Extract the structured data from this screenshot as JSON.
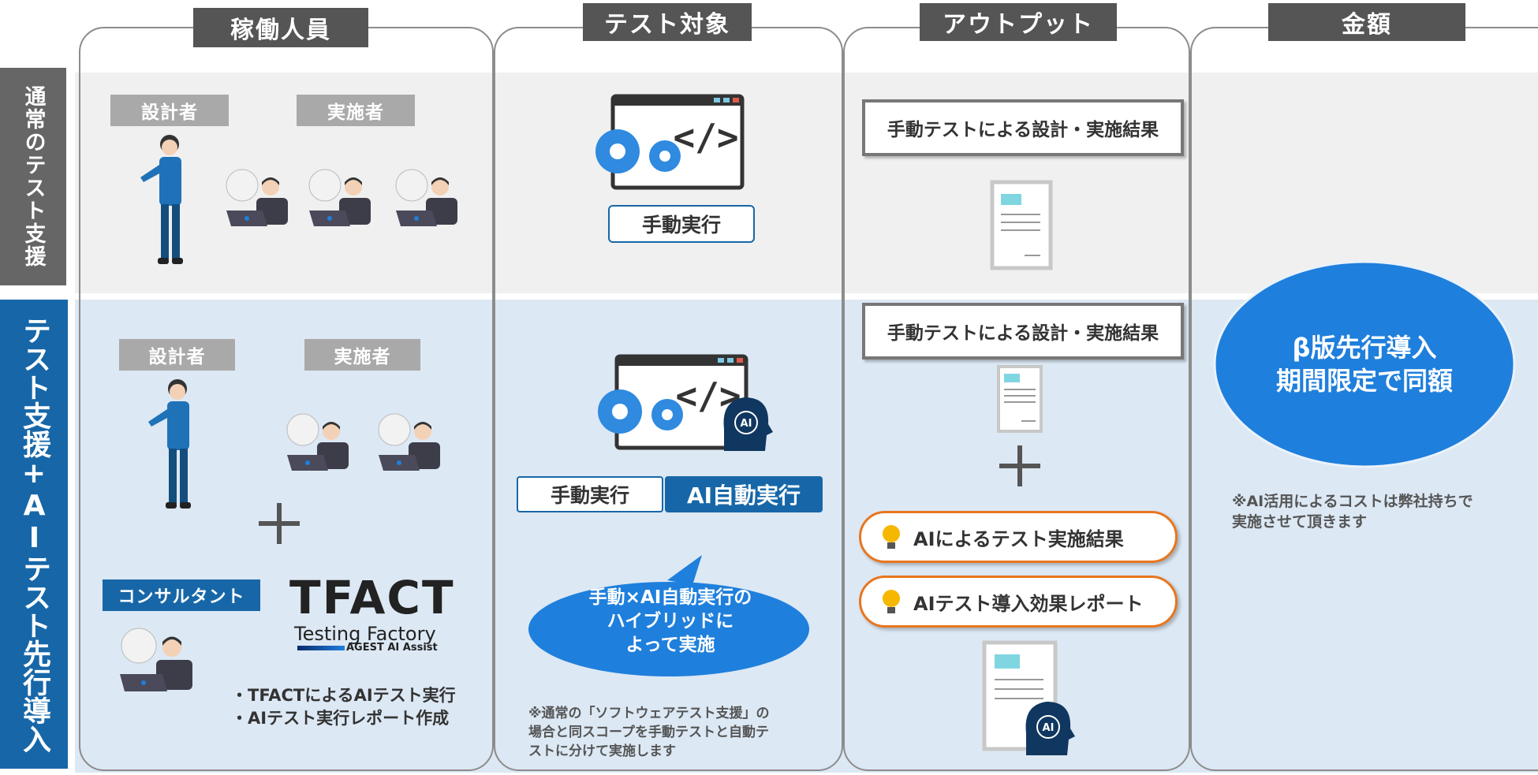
{
  "colors": {
    "accent_blue": "#1f7fdc",
    "dark_blue": "#1767a8",
    "header_gray": "#555555",
    "orange": "#e8761f",
    "band_top": "#f0f0f0",
    "band_bottom": "#dce8f4"
  },
  "headers": {
    "col1": "稼働人員",
    "col2": "テスト対象",
    "col3": "アウトプット",
    "col4": "金額"
  },
  "rows": {
    "top_label": "通常のテスト支援",
    "bottom_label_part1": "テスト支援",
    "bottom_label_plus": "+",
    "bottom_label_part2": "AIテスト先行導入"
  },
  "top": {
    "designer_label": "設計者",
    "executor_label": "実施者",
    "manual_button": "手動実行",
    "output_label": "手動テストによる設計・実施結果"
  },
  "bottom": {
    "designer_label": "設計者",
    "executor_label": "実施者",
    "consultant_label": "コンサルタント",
    "tfact_logo": {
      "main": "TFACT",
      "sub": "Testing Factory",
      "tagline": "AGEST AI Assist"
    },
    "tfact_bullets": [
      "・TFACTによるAIテスト実行",
      "・AIテスト実行レポート作成"
    ],
    "manual_button": "手動実行",
    "ai_button": "AI自動実行",
    "bubble_text": "手動×AI自動実行の\nハイブリッドに\nよって実施",
    "scope_note": "※通常の「ソフトウェアテスト支援」の\n場合と同スコープを手動テストと自動テ\nストに分けて実施します",
    "output_label": "手動テストによる設計・実施結果",
    "ai_result_label": "AIによるテスト実施結果",
    "ai_report_label": "AIテスト導入効果レポート",
    "price_oval": "β版先行導入\n期間限定で同額",
    "price_note": "※AI活用によるコストは弊社持ちで\n実施させて頂きます"
  },
  "icons": [
    "person-standing-icon",
    "person-laptop-icon",
    "code-window-icon",
    "gear-icon",
    "document-icon",
    "ai-head-icon",
    "lightbulb-icon",
    "plus-icon"
  ]
}
